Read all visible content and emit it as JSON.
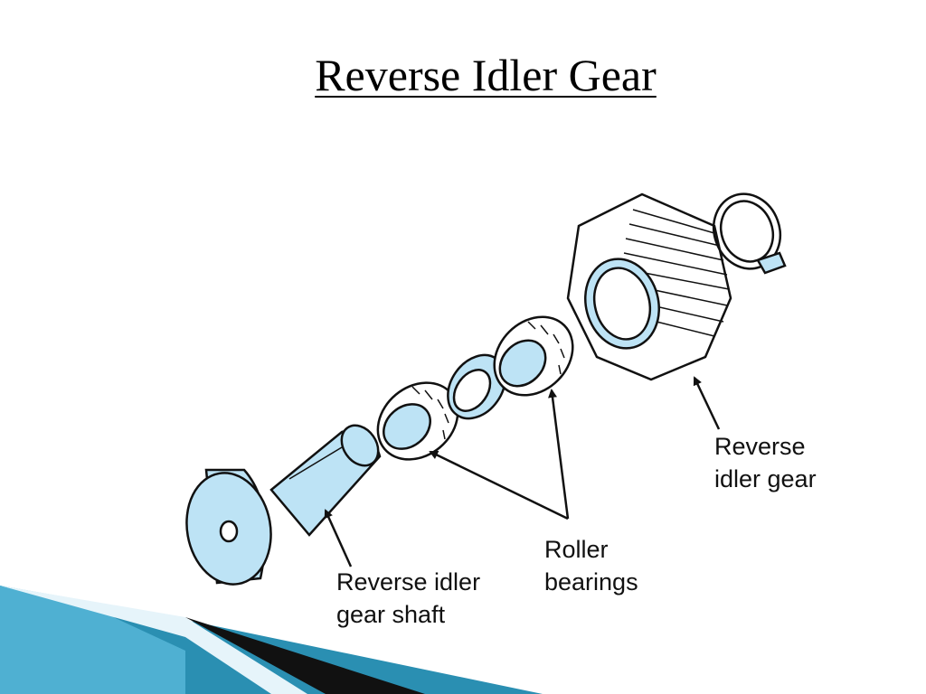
{
  "slide": {
    "title": "Reverse Idler Gear"
  },
  "labels": {
    "gear": [
      "Reverse",
      "idler gear"
    ],
    "bearings": [
      "Roller",
      "bearings"
    ],
    "shaft": [
      "Reverse idler",
      "gear shaft"
    ]
  },
  "colors": {
    "part_fill": "#bde3f5",
    "line": "#111111",
    "corner_dark": "#111111",
    "corner_teal": "#2a8fb2"
  }
}
